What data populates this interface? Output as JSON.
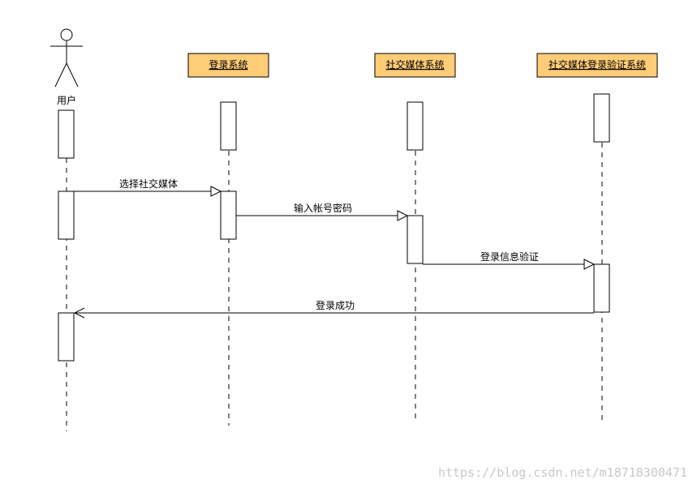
{
  "actor": {
    "name": "用户"
  },
  "objects": [
    {
      "name": "登录系统"
    },
    {
      "name": "社交媒体系统"
    },
    {
      "name": "社交媒体登录验证系统"
    }
  ],
  "messages": [
    {
      "label": "选择社交媒体"
    },
    {
      "label": "输入帐号密码"
    },
    {
      "label": "登录信息验证"
    },
    {
      "label": "登录成功"
    }
  ],
  "watermark": "https://blog.csdn.net/m18718300471",
  "colors": {
    "object_fill": "#FFCC77",
    "line": "#000000"
  }
}
